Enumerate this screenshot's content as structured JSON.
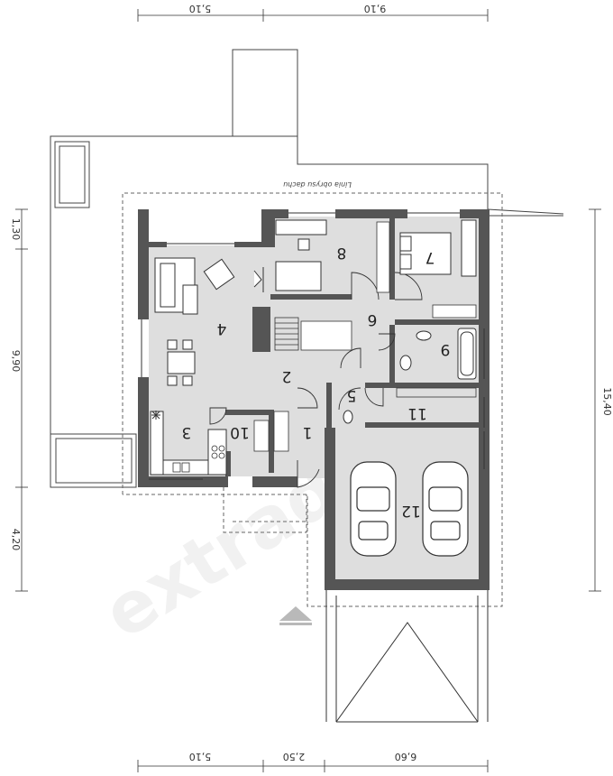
{
  "plan": {
    "roof_outline_label": "Linia obrysu dachu",
    "watermark": "extradom",
    "dimensions": {
      "top": [
        "5,10",
        "9,10"
      ],
      "bottom": [
        "5,10",
        "2,50",
        "6,60"
      ],
      "left": [
        "1,30",
        "9,90",
        "4,20"
      ],
      "right": [
        "15,40"
      ]
    },
    "rooms": [
      "1",
      "2",
      "3",
      "4",
      "5",
      "6",
      "7",
      "8",
      "9",
      "10",
      "11",
      "12"
    ],
    "colors": {
      "wall": "#555555",
      "floor": "#dedede",
      "terrace": "#ffffff",
      "line": "#333333",
      "entrance_arrow": "#b9b9b9"
    },
    "icons": [
      "car-icon",
      "bed-icon",
      "sofa-icon",
      "armchair-icon",
      "dining-table-icon",
      "stairs-icon",
      "bathtub-icon",
      "toilet-icon",
      "sink-icon",
      "cooktop-icon",
      "fireplace-icon",
      "wardrobe-icon",
      "fan-icon",
      "entrance-arrow-icon"
    ]
  }
}
